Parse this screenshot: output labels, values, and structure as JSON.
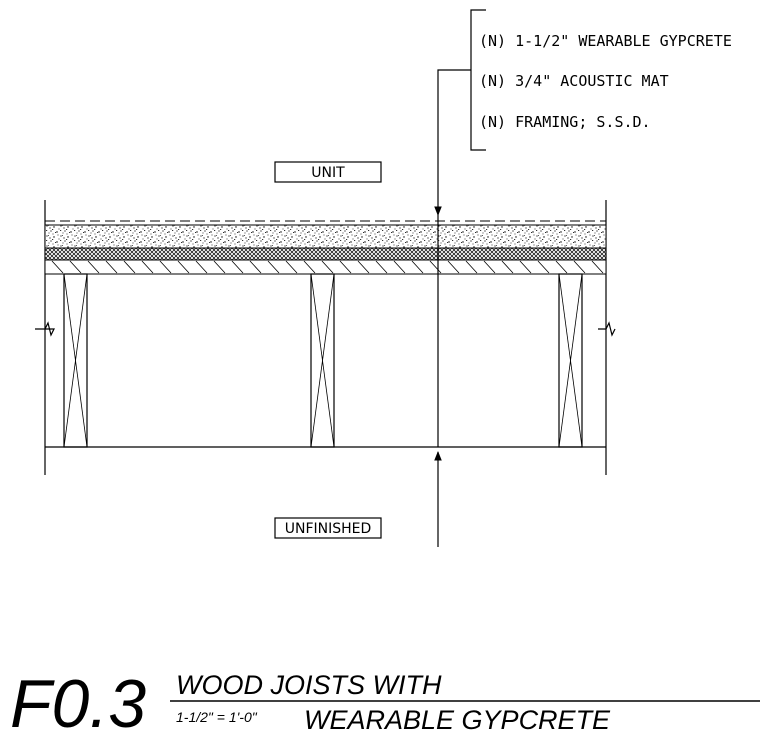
{
  "notes": [
    "(N) 1-1/2\" WEARABLE GYPCRETE",
    "(N) 3/4\" ACOUSTIC MAT",
    "(N) FRAMING; S.S.D."
  ],
  "labels": {
    "above": "UNIT",
    "below": "UNFINISHED"
  },
  "title_block": {
    "detail_number": "F0.3",
    "title_line_1": "WOOD JOISTS WITH",
    "title_line_2": "WEARABLE GYPCRETE",
    "scale": "1-1/2\" = 1'-0\""
  }
}
